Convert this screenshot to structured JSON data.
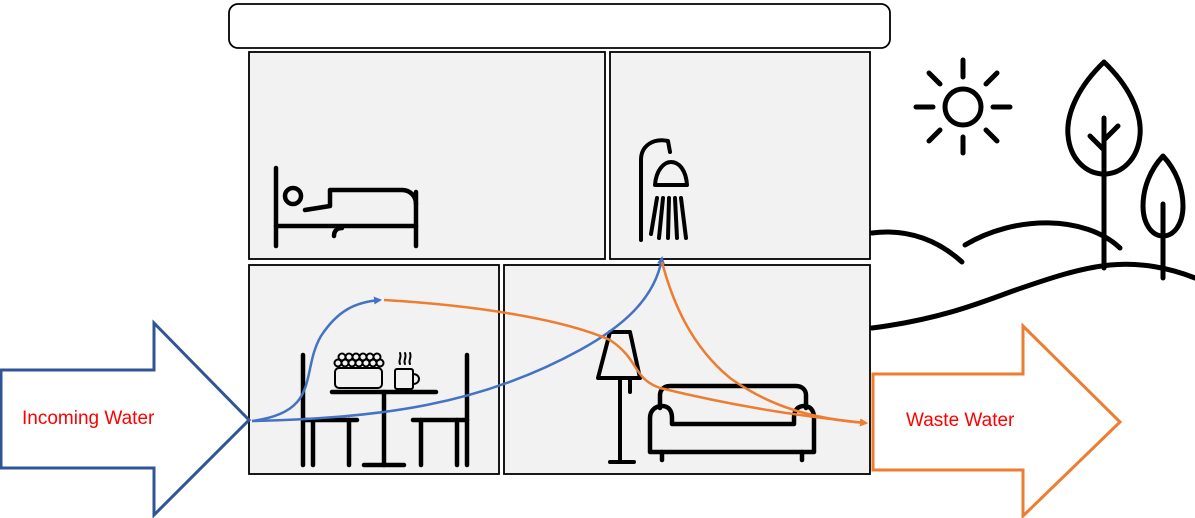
{
  "diagram": {
    "labels": {
      "incoming": "Incoming Water",
      "waste": "Waste Water"
    },
    "colors": {
      "incoming_arrow": "#2F5597",
      "incoming_flow": "#4472C4",
      "waste": "#ED7D31",
      "label_text": "#FF0000",
      "room_fill": "#F2F2F2",
      "line": "#000000"
    },
    "rooms": [
      "bedroom",
      "bathroom",
      "dining-room",
      "living-room"
    ],
    "icons": [
      "bed-icon",
      "shower-icon",
      "dining-table-icon",
      "cake-icon",
      "coffee-cup-icon",
      "chair-icon",
      "floor-lamp-icon",
      "sofa-icon",
      "sun-icon",
      "tree-icon",
      "hills"
    ]
  }
}
